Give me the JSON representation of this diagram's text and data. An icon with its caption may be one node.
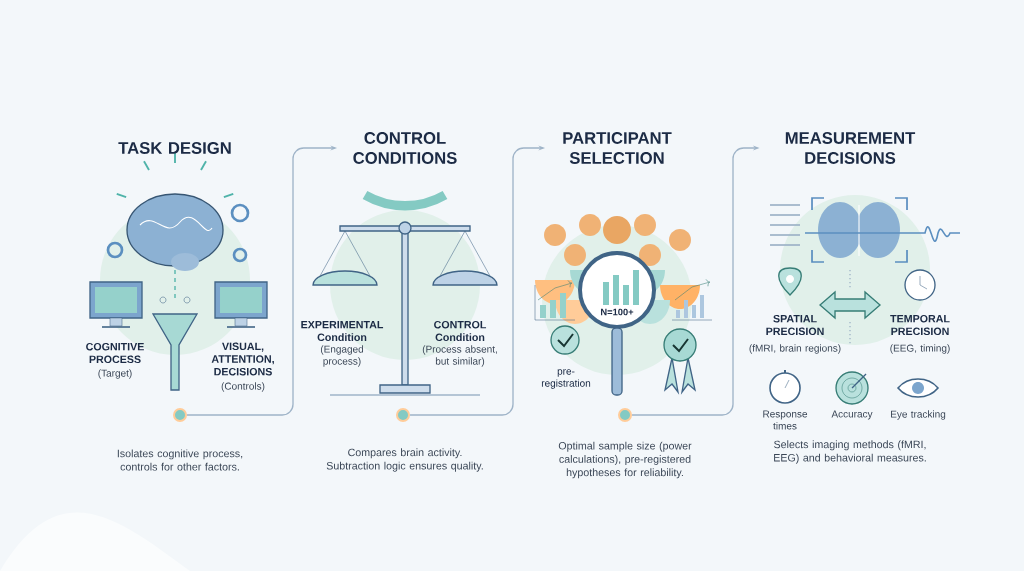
{
  "diagram": {
    "nodes": [
      {
        "text": [
          "TASK DESIGN"
        ]
      },
      {
        "text": [
          "CONTROL CONDITIONS"
        ]
      },
      {
        "text": [
          "PARTICIPANT SELECTION"
        ]
      },
      {
        "text": [
          "MEASUREMENT DECISIONS"
        ]
      },
      {
        "text": [],
        "shape": "circle"
      },
      {
        "text": [],
        "shape": "circle"
      },
      {
        "text": [],
        "shape": "circle"
      }
    ],
    "edges": [
      {
        "from": 4,
        "to": 1,
        "arrow": "to"
      },
      {
        "from": 5,
        "to": 2,
        "arrow": "to"
      },
      {
        "from": 6,
        "to": 3,
        "arrow": "to"
      }
    ],
    "labels": [
      "COGNITIVE PROCESS",
      "(Target)",
      "VISUAL, ATTENTION, DECISIONS",
      "(Controls)",
      "Isolates cognitive process, controls for other factors.",
      "EXPERIMENTAL Condition",
      "(Engaged process)",
      "CONTROL Condition",
      "(Process absent, but similar)",
      "Compares brain activity. Subtraction logic ensures quality.",
      "N=100+",
      "pre-registration",
      "Optimal sample size (power calculations), pre-registered hypotheses for reliability.",
      "SPATIAL PRECISION",
      "(fMRI, brain regions)",
      "TEMPORAL PRECISION",
      "(EEG, timing)",
      "Response times",
      "Accuracy",
      "Eye tracking",
      "Selects imaging methods (fMRI, EEG) and behavioral measures."
    ]
  }
}
